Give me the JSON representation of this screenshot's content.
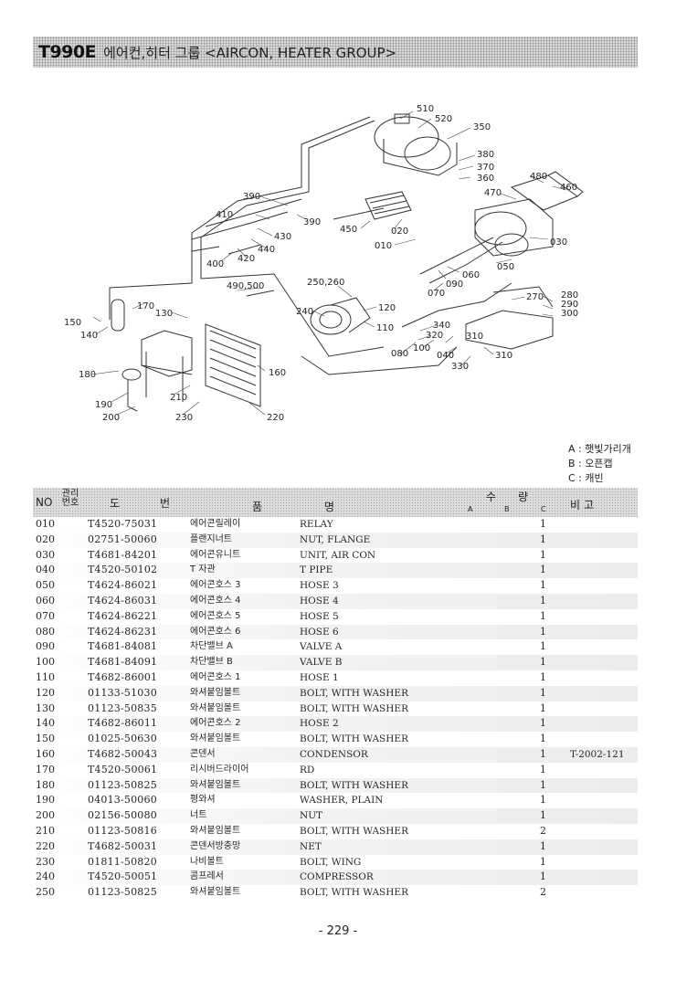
{
  "header": {
    "model": "T990E",
    "title": "에어컨,히터 그룹  <AIRCON, HEATER GROUP>"
  },
  "diagram": {
    "callouts": [
      "510",
      "520",
      "350",
      "380",
      "370",
      "360",
      "480",
      "460",
      "470",
      "390",
      "410",
      "390",
      "450",
      "020",
      "010",
      "430",
      "440",
      "420",
      "400",
      "030",
      "060",
      "050",
      "090",
      "070",
      "490,500",
      "250,260",
      "120",
      "240",
      "110",
      "280",
      "290",
      "300",
      "270",
      "340",
      "320",
      "310",
      "310",
      "080",
      "100",
      "040",
      "330",
      "150",
      "170",
      "130",
      "140",
      "180",
      "160",
      "210",
      "190",
      "200",
      "230",
      "220"
    ]
  },
  "legend": {
    "items": [
      "A : 햇빛가리개",
      "B : 오픈캡",
      "C : 캐빈"
    ]
  },
  "table": {
    "headers": {
      "no": "NO",
      "gwanri_top": "관리",
      "gwanri_bottom": "번호",
      "part_no": "도번",
      "part_name": "품명",
      "qty": "수량",
      "qty_a": "A",
      "qty_b": "B",
      "qty_c": "C",
      "remark": "비고"
    },
    "rows": [
      {
        "no": "010",
        "part_no": "T4520-75031",
        "name_ko": "에어콘릴레이",
        "name_en": "RELAY",
        "qty": "1",
        "remark": ""
      },
      {
        "no": "020",
        "part_no": "02751-50060",
        "name_ko": "플랜지너트",
        "name_en": "NUT, FLANGE",
        "qty": "1",
        "remark": ""
      },
      {
        "no": "030",
        "part_no": "T4681-84201",
        "name_ko": "에어콘유니트",
        "name_en": "UNIT, AIR CON",
        "qty": "1",
        "remark": ""
      },
      {
        "no": "040",
        "part_no": "T4520-50102",
        "name_ko": "T 자관",
        "name_en": "T PIPE",
        "qty": "1",
        "remark": ""
      },
      {
        "no": "050",
        "part_no": "T4624-86021",
        "name_ko": "에어콘호스 3",
        "name_en": "HOSE 3",
        "qty": "1",
        "remark": ""
      },
      {
        "no": "060",
        "part_no": "T4624-86031",
        "name_ko": "에어콘호스 4",
        "name_en": "HOSE 4",
        "qty": "1",
        "remark": ""
      },
      {
        "no": "070",
        "part_no": "T4624-86221",
        "name_ko": "에어콘호스 5",
        "name_en": "HOSE 5",
        "qty": "1",
        "remark": ""
      },
      {
        "no": "080",
        "part_no": "T4624-86231",
        "name_ko": "에어콘호스 6",
        "name_en": "HOSE 6",
        "qty": "1",
        "remark": ""
      },
      {
        "no": "090",
        "part_no": "T4681-84081",
        "name_ko": "차단밸브 A",
        "name_en": "VALVE A",
        "qty": "1",
        "remark": ""
      },
      {
        "no": "100",
        "part_no": "T4681-84091",
        "name_ko": "차단밸브 B",
        "name_en": "VALVE B",
        "qty": "1",
        "remark": ""
      },
      {
        "no": "110",
        "part_no": "T4682-86001",
        "name_ko": "에어콘호스 1",
        "name_en": "HOSE 1",
        "qty": "1",
        "remark": ""
      },
      {
        "no": "120",
        "part_no": "01133-51030",
        "name_ko": "와셔붙임볼트",
        "name_en": "BOLT, WITH WASHER",
        "qty": "1",
        "remark": ""
      },
      {
        "no": "130",
        "part_no": "01123-50835",
        "name_ko": "와셔붙임볼트",
        "name_en": "BOLT, WITH WASHER",
        "qty": "1",
        "remark": ""
      },
      {
        "no": "140",
        "part_no": "T4682-86011",
        "name_ko": "에어콘호스 2",
        "name_en": "HOSE 2",
        "qty": "1",
        "remark": ""
      },
      {
        "no": "150",
        "part_no": "01025-50630",
        "name_ko": "와셔붙임볼트",
        "name_en": "BOLT, WITH WASHER",
        "qty": "1",
        "remark": ""
      },
      {
        "no": "160",
        "part_no": "T4682-50043",
        "name_ko": "콘덴서",
        "name_en": "CONDENSOR",
        "qty": "1",
        "remark": "T-2002-121"
      },
      {
        "no": "170",
        "part_no": "T4520-50061",
        "name_ko": "리시버드라이어",
        "name_en": "RD",
        "qty": "1",
        "remark": ""
      },
      {
        "no": "180",
        "part_no": "01123-50825",
        "name_ko": "와셔붙임볼트",
        "name_en": "BOLT, WITH WASHER",
        "qty": "1",
        "remark": ""
      },
      {
        "no": "190",
        "part_no": "04013-50060",
        "name_ko": "평와셔",
        "name_en": "WASHER, PLAIN",
        "qty": "1",
        "remark": ""
      },
      {
        "no": "200",
        "part_no": "02156-50080",
        "name_ko": "너트",
        "name_en": "NUT",
        "qty": "1",
        "remark": ""
      },
      {
        "no": "210",
        "part_no": "01123-50816",
        "name_ko": "와셔붙임볼트",
        "name_en": "BOLT, WITH WASHER",
        "qty": "2",
        "remark": ""
      },
      {
        "no": "220",
        "part_no": "T4682-50031",
        "name_ko": "콘덴서방충망",
        "name_en": "NET",
        "qty": "1",
        "remark": ""
      },
      {
        "no": "230",
        "part_no": "01811-50820",
        "name_ko": "나비볼트",
        "name_en": "BOLT, WING",
        "qty": "1",
        "remark": ""
      },
      {
        "no": "240",
        "part_no": "T4520-50051",
        "name_ko": "콤프레서",
        "name_en": "COMPRESSOR",
        "qty": "1",
        "remark": ""
      },
      {
        "no": "250",
        "part_no": "01123-50825",
        "name_ko": "와셔붙임볼트",
        "name_en": "BOLT, WITH WASHER",
        "qty": "2",
        "remark": ""
      }
    ]
  },
  "footer": {
    "page_number": "- 229 -"
  }
}
